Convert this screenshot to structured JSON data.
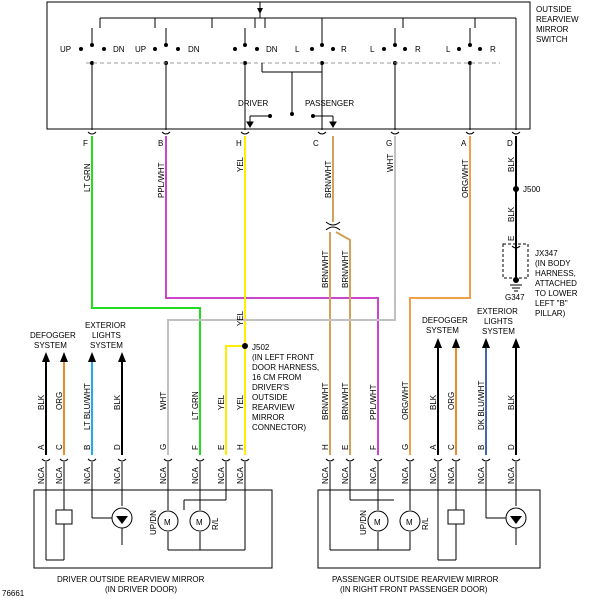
{
  "switch": {
    "title_lines": [
      "OUTSIDE",
      "REARVIEW",
      "MIRROR",
      "SWITCH"
    ],
    "contacts": [
      "UP",
      "DN",
      "UP",
      "DN",
      "DN",
      "L",
      "R",
      "L",
      "R",
      "L",
      "R"
    ],
    "driver_label": "DRIVER",
    "passenger_label": "PASSENGER",
    "pins": [
      "F",
      "B",
      "H",
      "C",
      "G",
      "A",
      "D"
    ]
  },
  "wires": {
    "f": "LT GRN",
    "b": "PPL/WHT",
    "h": "YEL",
    "c": "BRN/WHT",
    "g": "WHT",
    "a": "ORG/WHT",
    "d": "BLK",
    "c_split_1": "BRN/WHT",
    "c_split_2": "BRN/WHT",
    "h_lower": "YEL"
  },
  "splice_j500": "J500",
  "d_lower_wire": "BLK",
  "ground_e": "E",
  "jx347_lines": [
    "JX347",
    "(IN BODY",
    "HARNESS,",
    "ATTACHED",
    "TO LOWER",
    "LEFT \"B\"",
    "PILLAR)"
  ],
  "ground_g347": "G347",
  "splice_j502": "J502",
  "j502_lines": [
    "(IN LEFT FRONT",
    "DOOR HARNESS,",
    "16 CM FROM",
    "DRIVER'S",
    "OUTSIDE",
    "REARVIEW",
    "MIRROR",
    "CONNECTOR)"
  ],
  "driver_systems": {
    "defogger": [
      "DEFOGGER",
      "SYSTEM"
    ],
    "exterior": [
      "EXTERIOR",
      "LIGHTS",
      "SYSTEM"
    ]
  },
  "passenger_systems": {
    "defogger": [
      "DEFOGGER",
      "SYSTEM"
    ],
    "exterior": [
      "EXTERIOR",
      "LIGHTS",
      "SYSTEM"
    ]
  },
  "driver_connector": {
    "nca": "NCA",
    "pins": [
      "A",
      "C",
      "B",
      "D",
      "G",
      "F",
      "E",
      "H"
    ],
    "wires": [
      "BLK",
      "ORG",
      "LT BLU/WHT",
      "BLK",
      "WHT",
      "LT GRN",
      "YEL",
      "YEL"
    ]
  },
  "passenger_connector": {
    "nca": "NCA",
    "pins": [
      "H",
      "E",
      "F",
      "G",
      "A",
      "C",
      "B",
      "D"
    ],
    "wires": [
      "BRN/WHT",
      "BRN/WHT",
      "PPL/WHT",
      "ORG/WHT",
      "BLK",
      "ORG",
      "DK BLU/WHT",
      "BLK"
    ]
  },
  "motor_labels": {
    "updn": "UP/DN",
    "rl": "R/L",
    "m": "M"
  },
  "driver_mirror_lines": [
    "DRIVER OUTSIDE REARVIEW MIRROR",
    "(IN DRIVER DOOR)"
  ],
  "passenger_mirror_lines": [
    "PASSENGER OUTSIDE REARVIEW MIRROR",
    "(IN RIGHT FRONT PASSENGER DOOR)"
  ],
  "figure_number": "76661",
  "colors": {
    "lt_grn": "#22dd22",
    "ppl_wht": "#cc44cc",
    "yel": "#ffee00",
    "brn_wht": "#d2a15a",
    "wht": "#c0c0c0",
    "org_wht": "#f0a048",
    "orange": "#ee8a2a",
    "lt_blu": "#22aaee",
    "dk_blu": "#4466aa",
    "black": "#000000"
  }
}
